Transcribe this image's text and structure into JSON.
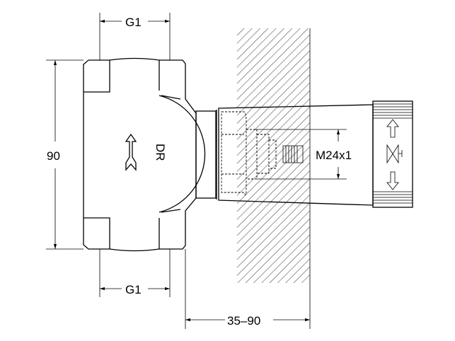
{
  "dimensions": {
    "top_thread": "G1",
    "bottom_thread": "G1",
    "height": "90",
    "wall_depth": "35–90",
    "outlet_thread": "M24x1"
  },
  "body_marking": "DR",
  "colors": {
    "line": "#000000",
    "background": "#ffffff"
  }
}
